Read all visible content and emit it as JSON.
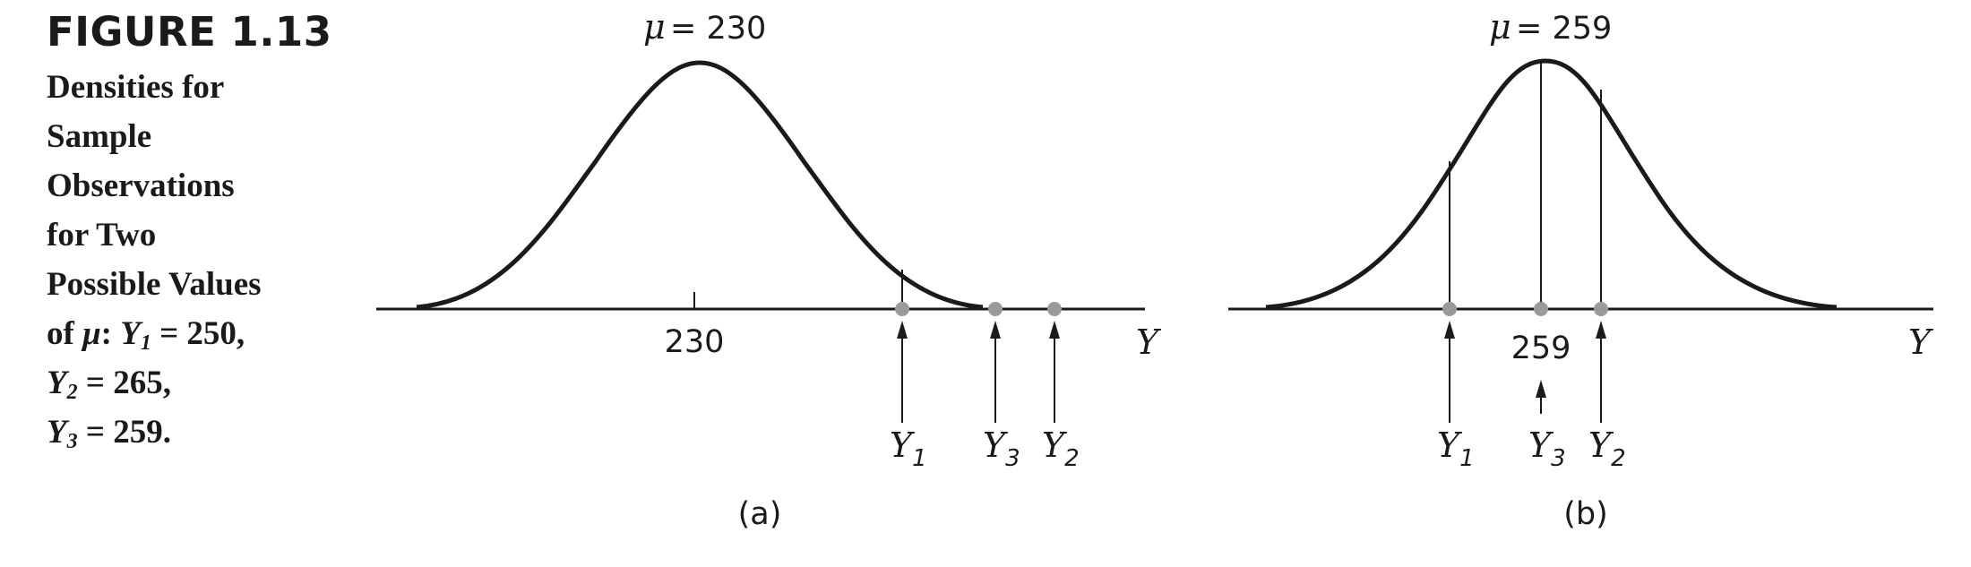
{
  "caption": {
    "figure_number": "FIGURE 1.13",
    "title_lines": [
      "Densities for",
      "Sample",
      "Observations",
      "for Two",
      "Possible Values"
    ],
    "mu_line": {
      "of_text": "of ",
      "mu": "μ",
      "y1_letter": "Y",
      "y1_sub": "1",
      "y1_value": " = 250,"
    },
    "y2_line": {
      "letter": "Y",
      "sub": "2",
      "value": " = 265,"
    },
    "y3_line": {
      "letter": "Y",
      "sub": "3",
      "value": " = 259."
    }
  },
  "panels": [
    {
      "id": "a",
      "panel_label": "(a)",
      "mu_symbol": "μ",
      "mu_value": "= 230",
      "center_tick_label": "230",
      "axis_var": "Y",
      "observations": [
        {
          "letter": "Y",
          "sub": "1"
        },
        {
          "letter": "Y",
          "sub": "3"
        },
        {
          "letter": "Y",
          "sub": "2"
        }
      ]
    },
    {
      "id": "b",
      "panel_label": "(b)",
      "mu_symbol": "μ",
      "mu_value": "= 259",
      "center_tick_label": "259",
      "axis_var": "Y",
      "observations": [
        {
          "letter": "Y",
          "sub": "1"
        },
        {
          "letter": "Y",
          "sub": "3"
        },
        {
          "letter": "Y",
          "sub": "2"
        }
      ]
    }
  ],
  "colors": {
    "ink": "#1a1a1a",
    "point": "#9a9a9a"
  }
}
